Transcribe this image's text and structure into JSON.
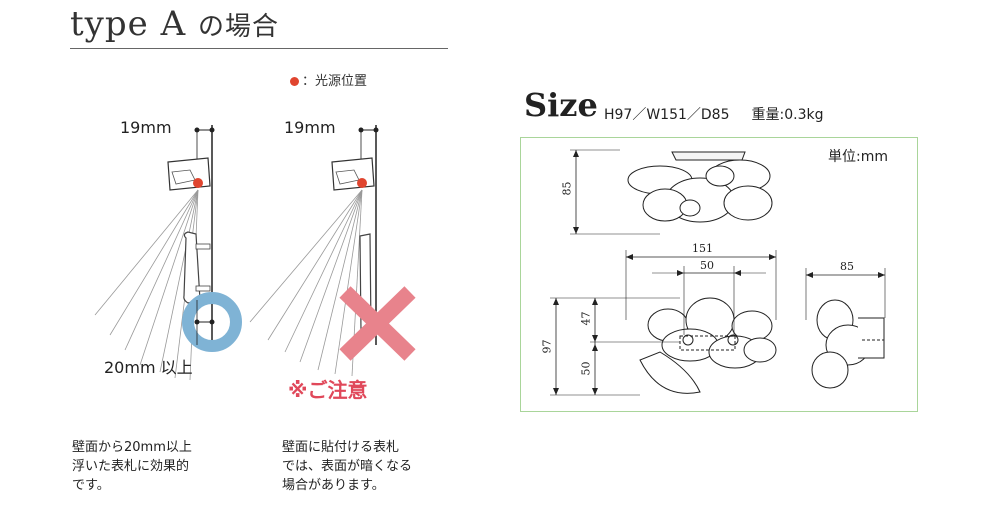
{
  "heading": {
    "type_label": "type A",
    "suffix": "の場合"
  },
  "legend": {
    "marker_color": "#e0452f",
    "text": "：光源位置"
  },
  "left_diagram": {
    "gap_label": "19mm",
    "offset_label": "20mm 以上",
    "highlight_color": "#7fb3d5",
    "note": "壁面から20mm以上\n浮いた表札に効果的\nです。"
  },
  "right_diagram": {
    "gap_label": "19mm",
    "warning_mark_color": "#e8838c",
    "caution": "※ご注意",
    "note": "壁面に貼付ける表札\nでは、表面が暗くなる\n場合があります。"
  },
  "size": {
    "title": "Size",
    "dimensions": "H97／W151／D85",
    "weight": "重量:0.3kg",
    "unit": "単位:mm",
    "frame_color": "#a9d59a",
    "dims": {
      "top_height": "85",
      "width": "151",
      "inner_width": "50",
      "side_depth": "85",
      "height": "97",
      "upper": "47",
      "lower": "50"
    }
  }
}
